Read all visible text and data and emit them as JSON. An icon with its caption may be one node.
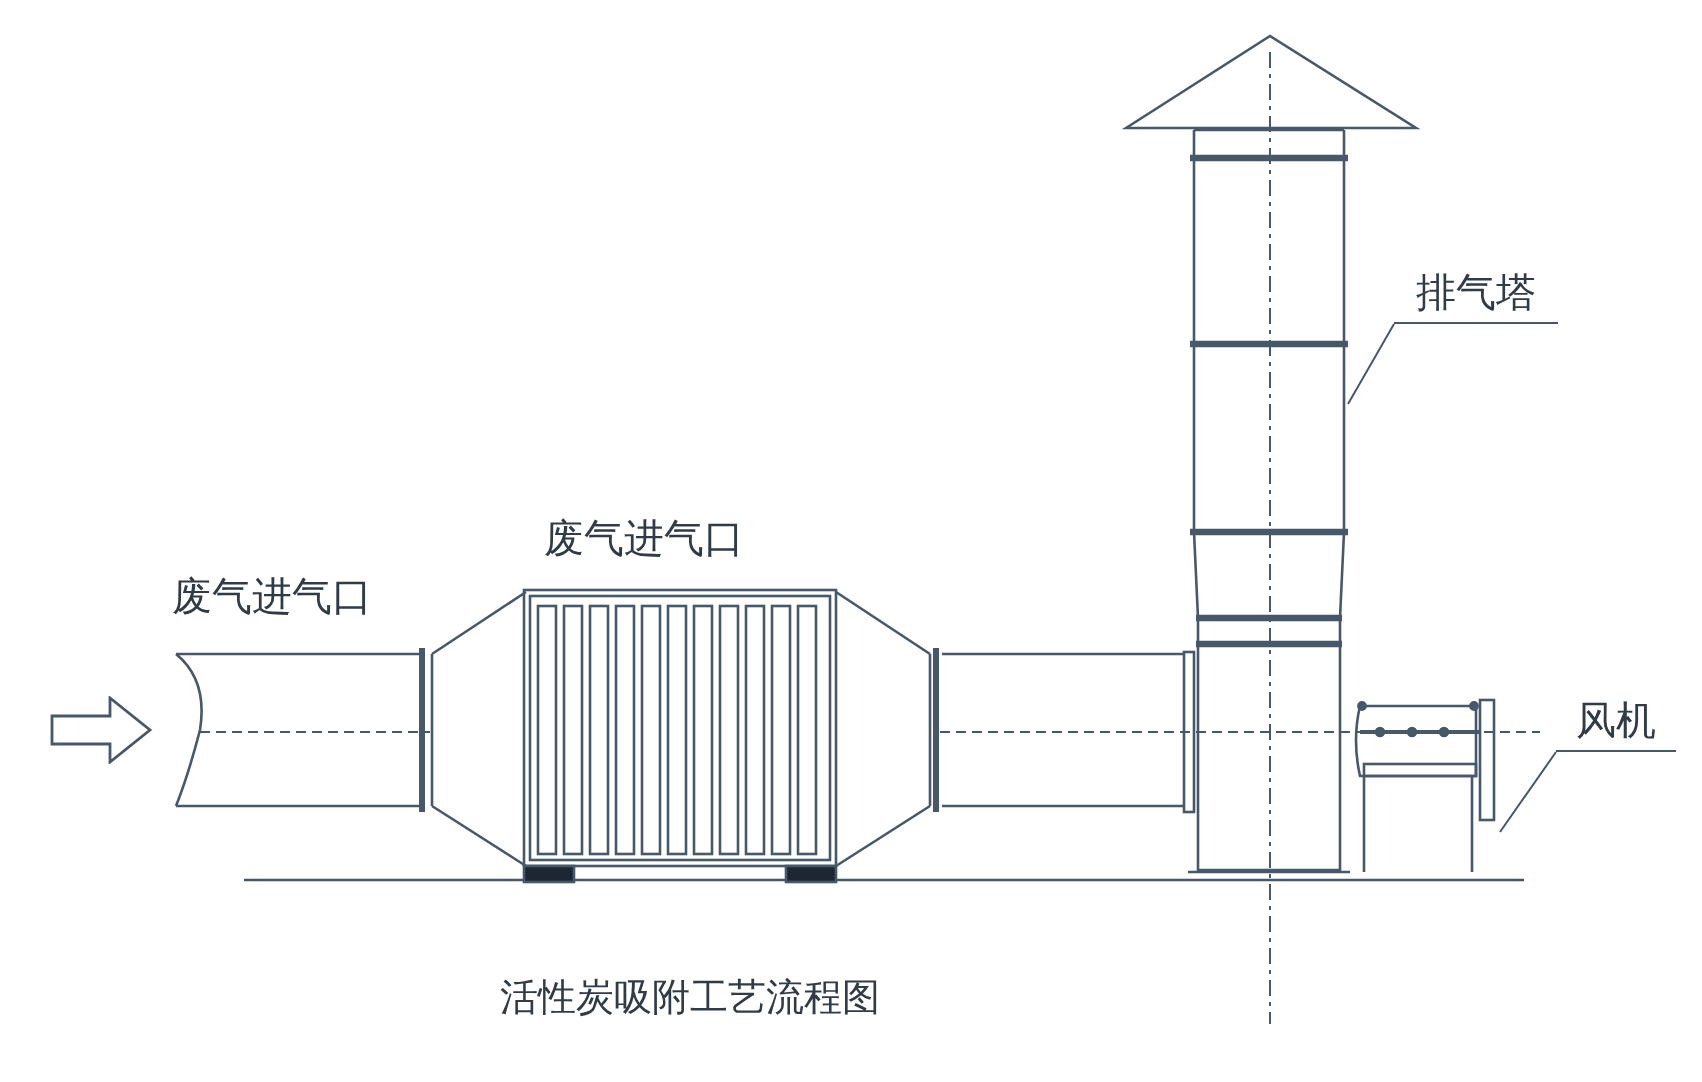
{
  "diagram": {
    "caption": "活性炭吸附工艺流程图",
    "nodes": [
      {
        "text": [
          "排气塔"
        ]
      },
      {
        "text": [],
        "shape": "picture"
      },
      {
        "text": [
          "风机"
        ]
      },
      {
        "text": [],
        "shape": "picture"
      }
    ],
    "edges": [
      {
        "from": 0,
        "to": 1,
        "arrow": "none"
      },
      {
        "from": 2,
        "to": 3,
        "arrow": "none"
      }
    ],
    "labels": [
      "废气进气口",
      "废气进气口"
    ]
  }
}
